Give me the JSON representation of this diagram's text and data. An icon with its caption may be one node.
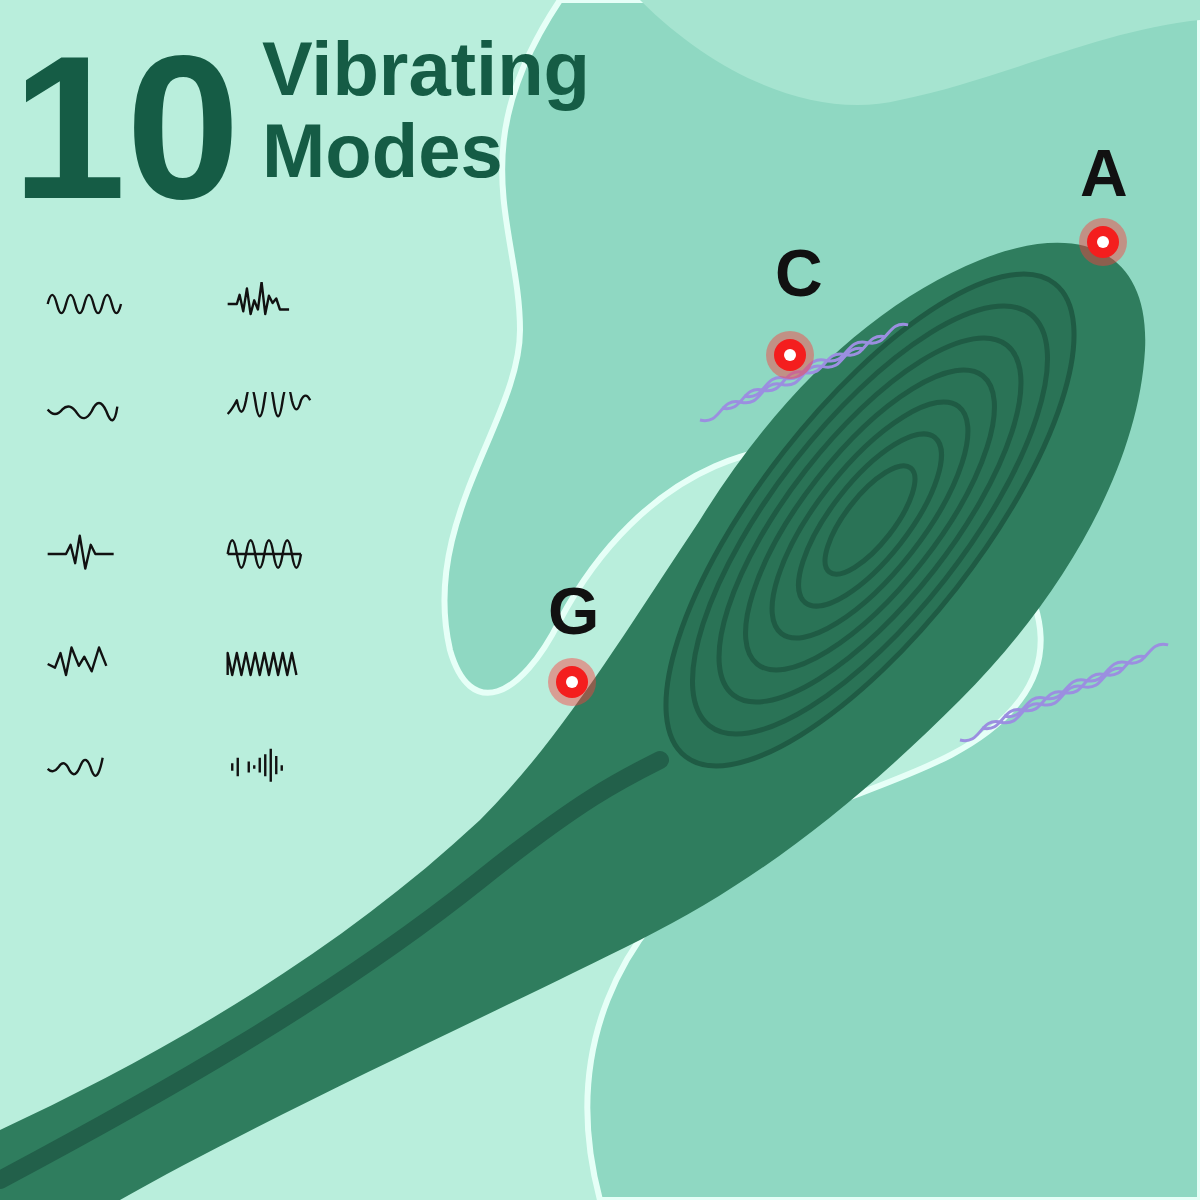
{
  "diagram": {
    "labels": [
      "10",
      "Vibrating Modes",
      "A",
      "C",
      "G"
    ]
  }
}
